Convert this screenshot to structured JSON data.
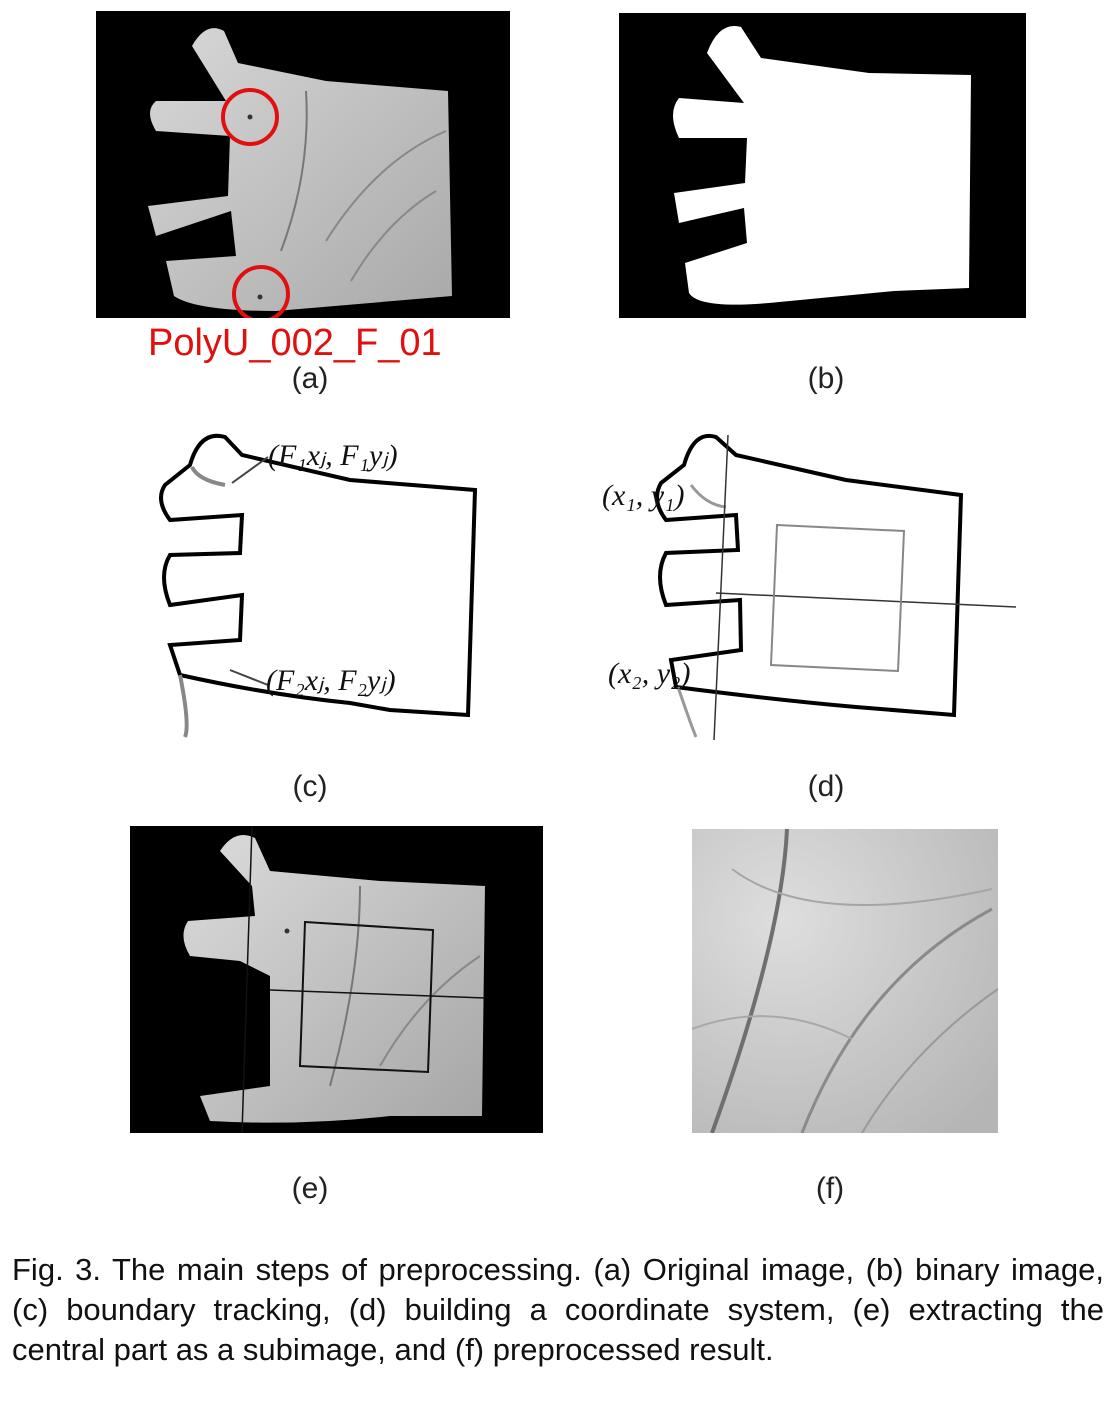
{
  "figure": {
    "sample_id": "PolyU_002_F_01",
    "panels": [
      {
        "label": "(a)"
      },
      {
        "label": "(b)"
      },
      {
        "label": "(c)",
        "annotations": [
          "(F₁xⱼ, F₁yⱼ)",
          "(F₂xⱼ, F₂yⱼ)"
        ]
      },
      {
        "label": "(d)",
        "annotations": [
          "(x₁, y₁)",
          "(x₂, y₂)"
        ]
      },
      {
        "label": "(e)"
      },
      {
        "label": "(f)"
      }
    ],
    "caption": "Fig. 3. The main steps of preprocessing. (a) Original image, (b) binary image, (c) boundary tracking, (d) building a coordinate system, (e) extracting the central part as a subimage, and (f) preprocessed result."
  },
  "colors": {
    "highlight": "#e01010",
    "background": "#000000"
  }
}
